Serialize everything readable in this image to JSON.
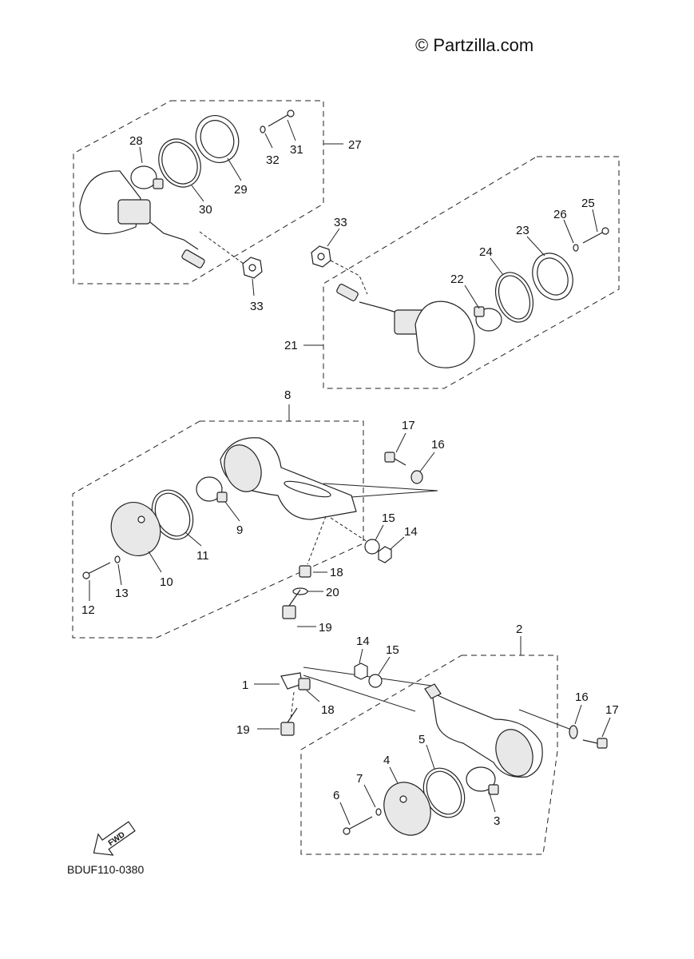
{
  "header": {
    "copyright": "© Partzilla.com"
  },
  "footer": {
    "diagram_code": "BDUF110-0380"
  },
  "fwd_label": "FWD",
  "callouts": {
    "c1": "1",
    "c2": "2",
    "c3": "3",
    "c4": "4",
    "c5": "5",
    "c6": "6",
    "c7": "7",
    "c8": "8",
    "c9": "9",
    "c10": "10",
    "c11": "11",
    "c12": "12",
    "c13": "13",
    "c14a": "14",
    "c14b": "14",
    "c15a": "15",
    "c15b": "15",
    "c16a": "16",
    "c16b": "16",
    "c17a": "17",
    "c17b": "17",
    "c18a": "18",
    "c18b": "18",
    "c19a": "19",
    "c19b": "19",
    "c20": "20",
    "c21": "21",
    "c22": "22",
    "c23": "23",
    "c24": "24",
    "c25": "25",
    "c26": "26",
    "c27": "27",
    "c28": "28",
    "c29": "29",
    "c30": "30",
    "c31": "31",
    "c32": "32",
    "c33a": "33",
    "c33b": "33"
  }
}
